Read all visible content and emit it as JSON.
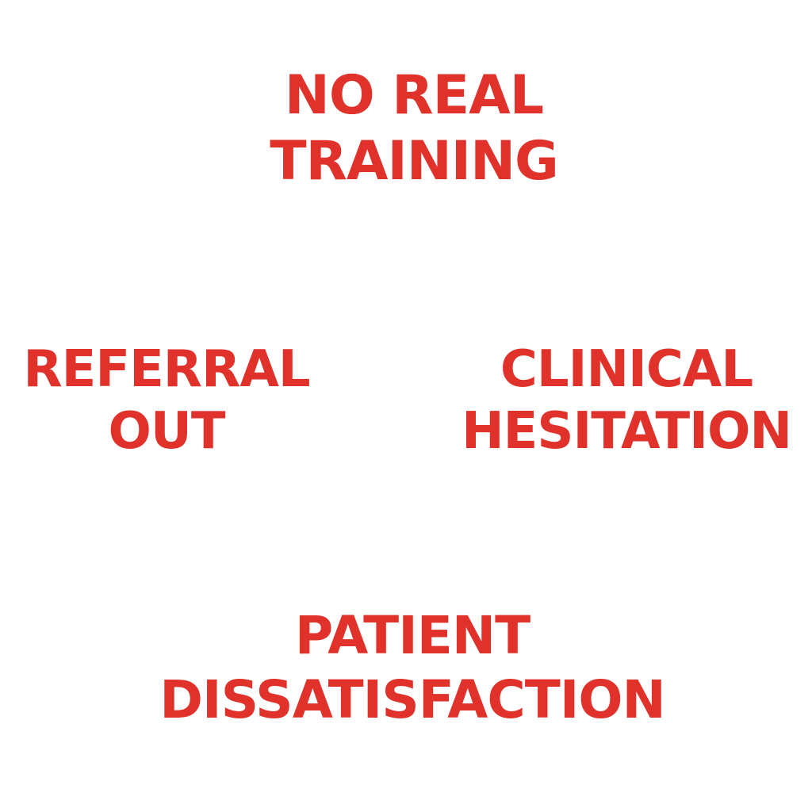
{
  "colors": {
    "text": "#e0322b",
    "background": "#ffffff"
  },
  "cycle": {
    "nodes": [
      {
        "line1": "NO REAL",
        "line2": "TRAINING"
      },
      {
        "line1": "CLINICAL",
        "line2": "HESITATION"
      },
      {
        "line1": "PATIENT",
        "line2": "DISSATISFACTION"
      },
      {
        "line1": "REFERRAL",
        "line2": "OUT"
      }
    ]
  }
}
